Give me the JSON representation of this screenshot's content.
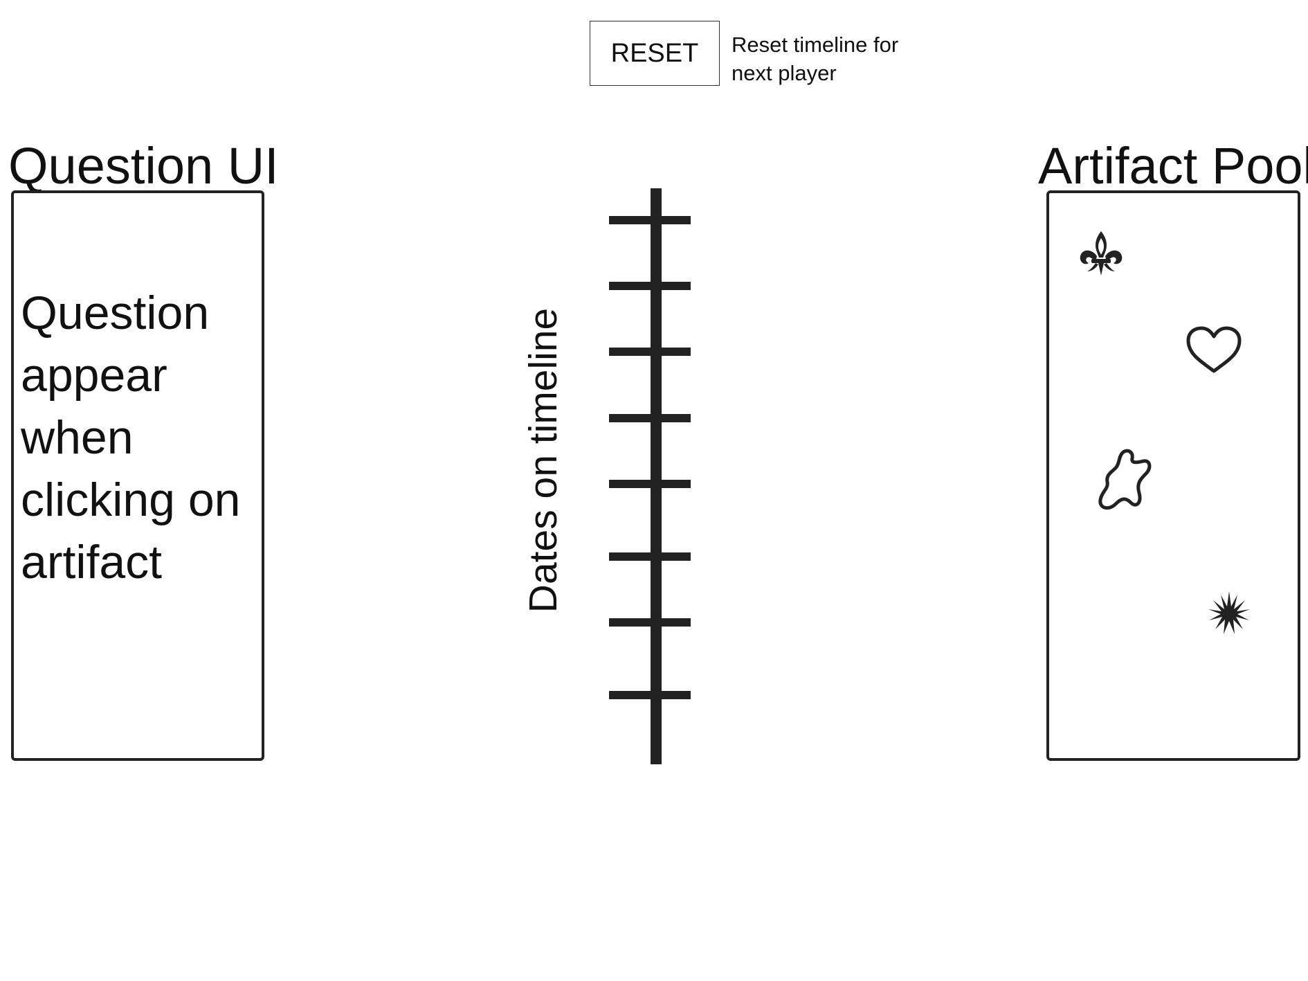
{
  "toolbar": {
    "reset_label": "RESET",
    "reset_caption": "Reset timeline for next player"
  },
  "question_panel": {
    "title": "Question UI",
    "text": "Question appear when clicking on artifact"
  },
  "timeline": {
    "label": "Dates on timeline",
    "tick_count": 8
  },
  "artifact_pool": {
    "title": "Artifact Pool",
    "items": [
      {
        "icon": "fleur-de-lis-icon"
      },
      {
        "icon": "heart-icon"
      },
      {
        "icon": "blob-icon"
      },
      {
        "icon": "starburst-icon"
      }
    ]
  },
  "colors": {
    "stroke": "#222222",
    "background": "#ffffff"
  }
}
